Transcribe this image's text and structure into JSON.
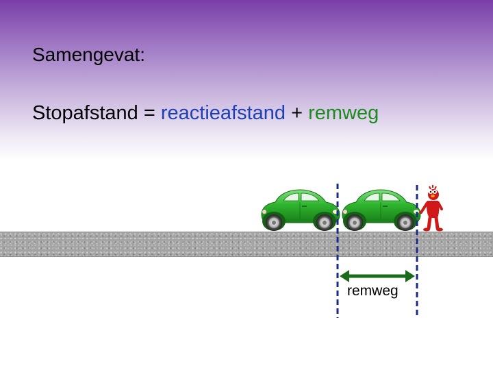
{
  "slide": {
    "heading": "Samengevat:",
    "formula": {
      "lhs": "Stopafstand = ",
      "term1": "reactieafstand",
      "op": " + ",
      "term2": "remweg"
    },
    "diagram_label": "remweg"
  },
  "colors": {
    "term1": "#1f3fb4",
    "term2": "#1c8a1c",
    "car_body": "#2fb52f",
    "arrow": "#1a6b1a",
    "marker_line": "#1a2a8a",
    "pedestrian": "#d01818"
  }
}
